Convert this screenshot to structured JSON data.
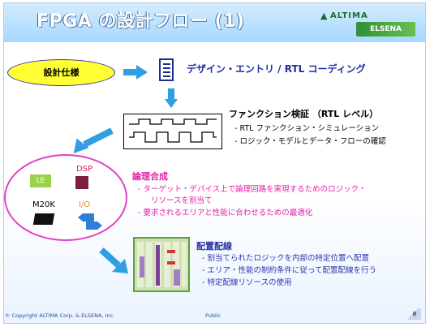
{
  "title": "FPGA の設計フロー (1)",
  "logo": {
    "top": "ALTIMA",
    "bottom": "ELSENA"
  },
  "spec_label": "設計仕様",
  "entry_label": "デザイン・エントリ / RTL コーディング",
  "functional": {
    "title": "ファンクション検証 （RTL レベル）",
    "items": [
      "- RTL ファンクション・シミュレーション",
      "- ロジック・モデルとデータ・フローの確認"
    ]
  },
  "resources": {
    "le": "LE",
    "dsp": "DSP",
    "m20k": "M20K",
    "io": "I/O"
  },
  "synthesis": {
    "title": "論理合成",
    "items": [
      "- ターゲット・デバイス上で論理回路を実現するためのロジック・",
      "リソースを割当て",
      "- 要求されるエリアと性能に合わせるための最適化"
    ]
  },
  "place_route": {
    "title": "配置配線",
    "items": [
      "- 割当てられたロジックを内部の特定位置へ配置",
      "- エリア・性能の制約条件に従って配置配線を行う",
      "- 特定配線リソースの使用"
    ]
  },
  "footer": {
    "copyright": "© Copyright ALTIMA Corp. & ELSENA, Inc.",
    "classification": "Public",
    "page": "8"
  },
  "colors": {
    "arrow": "#2f9ee3",
    "oval": "#ffff33",
    "synthesis": "#e51ea8",
    "place_route": "#2a35a8"
  }
}
